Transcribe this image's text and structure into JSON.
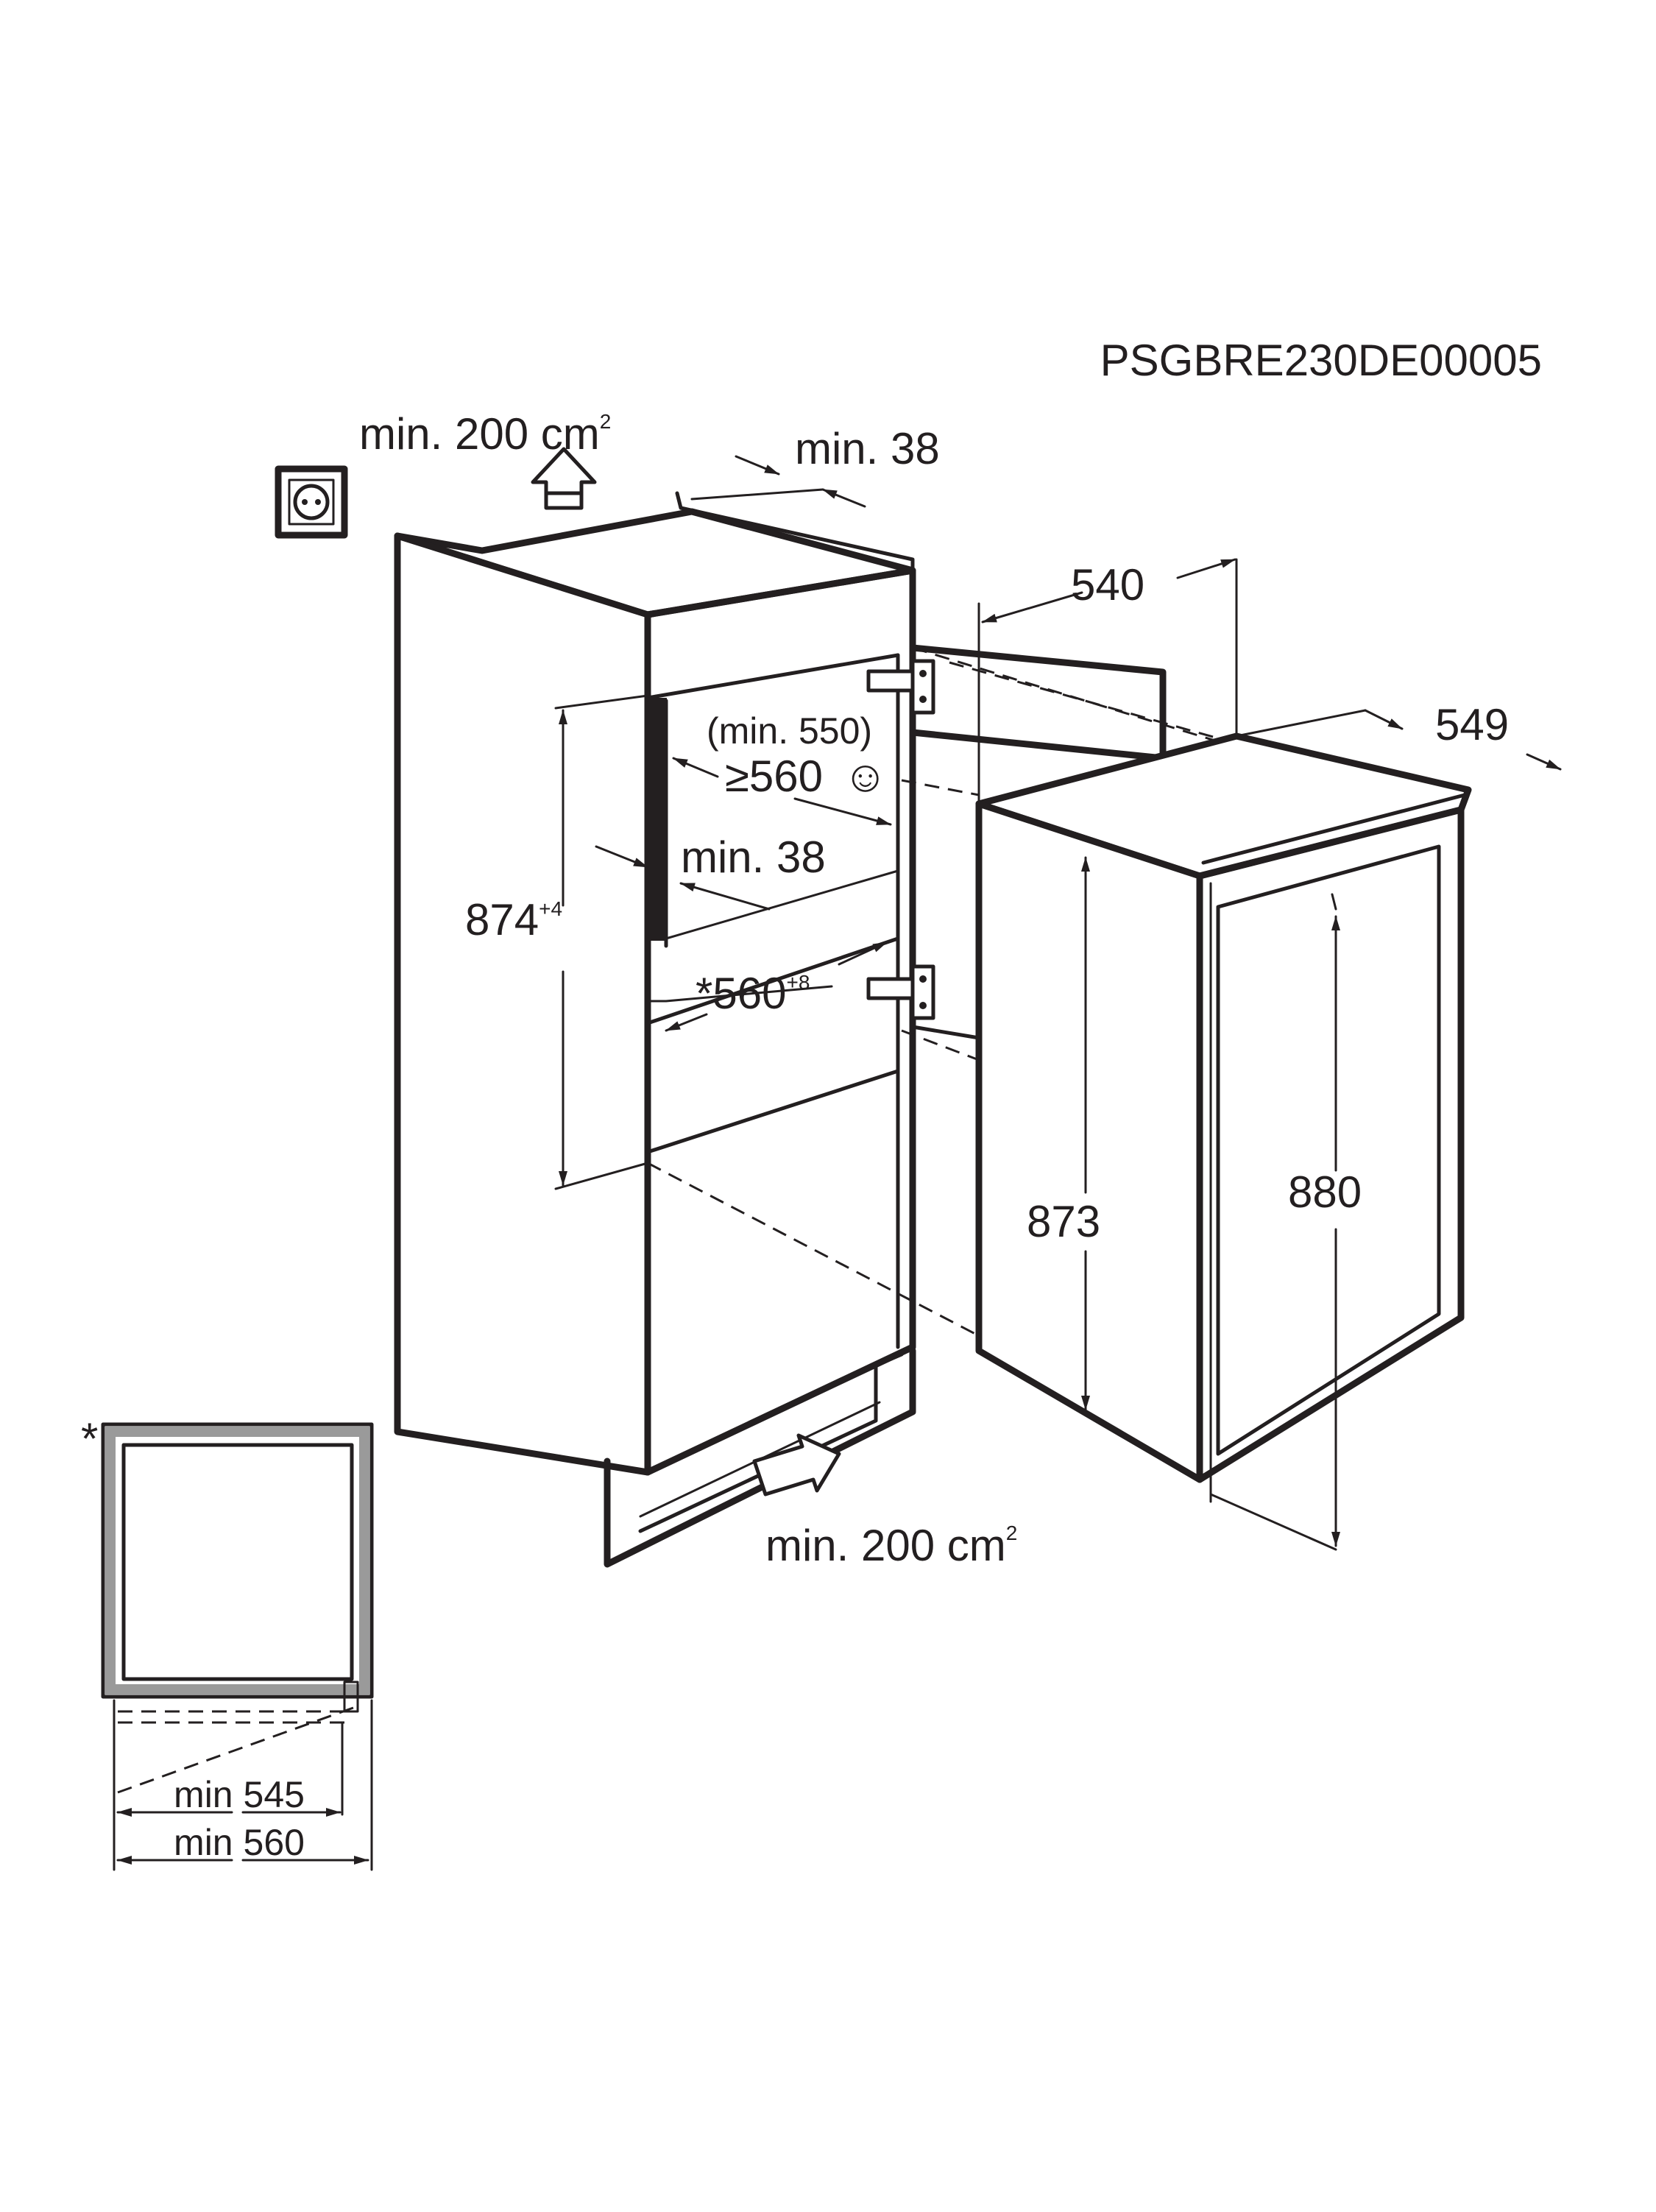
{
  "diagram": {
    "code": "PSGBRE230DE00005",
    "labels": {
      "vent_top": "min. 200 cm",
      "vent_top_sup": "2",
      "gap_top": "min. 38",
      "depth_540": "540",
      "depth_549": "549",
      "niche_min_550": "(min. 550)",
      "niche_width": "≥560",
      "smiley": "☺",
      "gap_side": "min. 38",
      "niche_height": "874",
      "niche_height_sup": "+4",
      "niche_width_star": "*560",
      "niche_width_star_sup": "+8",
      "height_873": "873",
      "height_880": "880",
      "vent_bottom": "min. 200 cm",
      "vent_bottom_sup": "2",
      "asterisk": "*",
      "min_545": "min 545",
      "min_560": "min 560"
    }
  }
}
